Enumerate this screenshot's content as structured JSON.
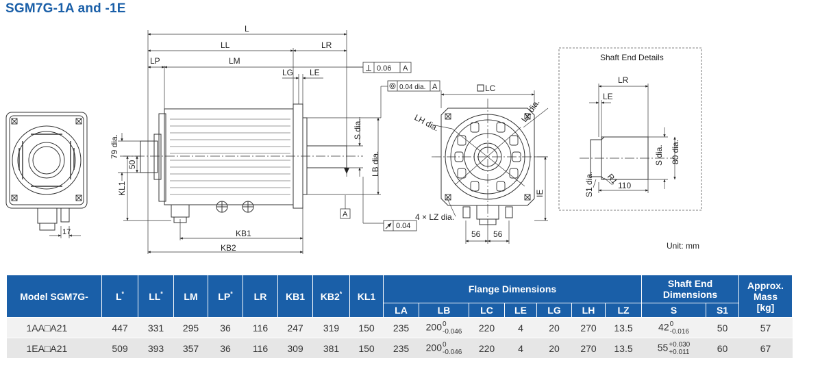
{
  "title": "SGM7G-1A and -1E",
  "unit_label": "Unit: mm",
  "drawing": {
    "dims_side": {
      "L": "L",
      "LL": "LL",
      "LR": "LR",
      "LP": "LP",
      "LM": "LM",
      "LG": "LG",
      "LE": "LE",
      "KB1": "KB1",
      "KB2": "KB2",
      "KL1": "KL1",
      "d79": "79 dia.",
      "d50": "50",
      "d17": "17",
      "S": "S dia.",
      "LB": "LB dia.",
      "A": "A"
    },
    "tolerance_boxes": {
      "perp_value": "0.06",
      "perp_datum": "A",
      "conc_value": "0.04 dia.",
      "conc_datum": "A",
      "runout_value": "0.04"
    },
    "dims_front": {
      "LC": "LC",
      "LA": "LA dia.",
      "LH": "LH dia.",
      "LZ": "4 × LZ dia.",
      "IE": "IE",
      "d56a": "56",
      "d56b": "56"
    },
    "shaft_detail": {
      "title": "Shaft End Details",
      "LR": "LR",
      "LE": "LE",
      "S": "S dia.",
      "d80": "80 dia.",
      "R1": "R1",
      "S1": "S1 dia.",
      "d110": "110"
    }
  },
  "table": {
    "headers": {
      "model": "Model SGM7G-",
      "L": "L",
      "LL": "LL",
      "LM": "LM",
      "LP": "LP",
      "LR": "LR",
      "KB1": "KB1",
      "KB2": "KB2",
      "KL1": "KL1",
      "flange": "Flange Dimensions",
      "shaft_line1": "Shaft End",
      "shaft_line2": "Dimensions",
      "mass_line1": "Approx.",
      "mass_line2": "Mass",
      "mass_line3": "[kg]",
      "LA": "LA",
      "LB": "LB",
      "LC": "LC",
      "LE": "LE",
      "LG": "LG",
      "LH": "LH",
      "LZ": "LZ",
      "S": "S",
      "S1": "S1",
      "star": "*"
    },
    "rows": [
      {
        "model": "1AA□A21",
        "L": "447",
        "LL": "331",
        "LM": "295",
        "LP": "36",
        "LR": "116",
        "KB1": "247",
        "KB2": "319",
        "KL1": "150",
        "LA": "235",
        "LB": "200",
        "LB_up": "0",
        "LB_low": "-0.046",
        "LC": "220",
        "LE": "4",
        "LG": "20",
        "LH": "270",
        "LZ": "13.5",
        "S": "42",
        "S_up": "0",
        "S_low": "-0.016",
        "S1": "50",
        "mass": "57"
      },
      {
        "model": "1EA□A21",
        "L": "509",
        "LL": "393",
        "LM": "357",
        "LP": "36",
        "LR": "116",
        "KB1": "309",
        "KB2": "381",
        "KL1": "150",
        "LA": "235",
        "LB": "200",
        "LB_up": "0",
        "LB_low": "-0.046",
        "LC": "220",
        "LE": "4",
        "LG": "20",
        "LH": "270",
        "LZ": "13.5",
        "S": "55",
        "S_up": "+0.030",
        "S_low": "+0.011",
        "S1": "60",
        "mass": "67"
      }
    ]
  }
}
